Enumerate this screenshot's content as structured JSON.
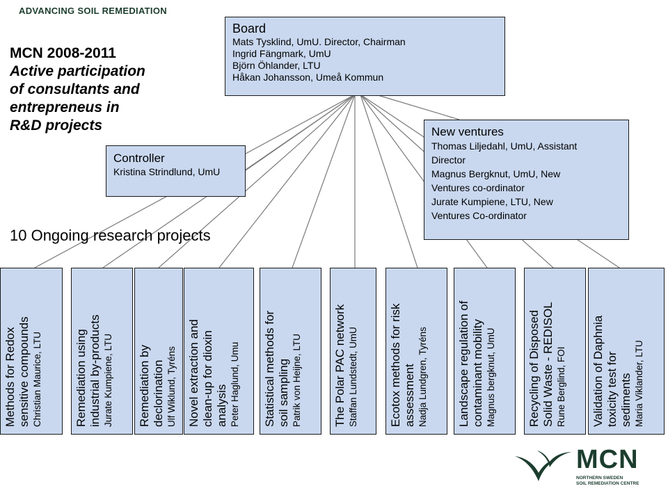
{
  "header": {
    "logo_text": "ADVANCING SOIL REMEDIATION"
  },
  "headline": {
    "title": "MCN 2008-2011",
    "subtitle_lines": [
      "Active participation",
      "of consultants and",
      "entrepreneus in",
      "R&D projects"
    ]
  },
  "board": {
    "title": "Board",
    "members": [
      "Mats Tysklind, UmU. Director, Chairman",
      "Ingrid Fängmark, UmU",
      "Björn Öhlander, LTU",
      "Håkan Johansson, Umeå Kommun"
    ]
  },
  "controller": {
    "title": "Controller",
    "person": "Kristina Strindlund, UmU"
  },
  "new_ventures": {
    "title": "New ventures",
    "lines": [
      "Thomas Liljedahl, UmU, Assistant",
      "Director",
      "Magnus Bergknut, UmU, New",
      "Ventures co-ordinator",
      "Jurate Kumpiene, LTU, New",
      "Ventures Co-ordinator"
    ]
  },
  "ongoing_label": "10 Ongoing research projects",
  "projects": [
    {
      "title_lines": [
        "Methods for Redox",
        "sensitive compounds"
      ],
      "person": "Christian Maurice, LTU"
    },
    {
      "title_lines": [
        "Remediation using",
        "industrial by-products"
      ],
      "person": "Jurate Kumpiene, LTU"
    },
    {
      "title_lines": [
        "Remediation by",
        "declorination"
      ],
      "person": "Ulf Wiklund, Tyréns"
    },
    {
      "title_lines": [
        "Novel extraction and",
        "clean-up for dioxin",
        "analysis"
      ],
      "person": "Peter Haglund, Umu"
    },
    {
      "title_lines": [
        "Statistical  methods for",
        "soil sampling"
      ],
      "person": "Patrik von Heijne, LTU"
    },
    {
      "title_lines": [
        "The Polar PAC network"
      ],
      "person": "Staffan Lundstedt, UmU"
    },
    {
      "title_lines": [
        "Ecotox methods for risk",
        "assessment"
      ],
      "person": "Nadja Lundgren, Tyréns"
    },
    {
      "title_lines": [
        "Landscape regulation of",
        "contaminant mobility"
      ],
      "person": "Magnus bergknut, UmU"
    },
    {
      "title_lines": [
        "Recycling of Disposed",
        "Solid Waste - REDISOL"
      ],
      "person": "Rune Berglind, FOI"
    },
    {
      "title_lines": [
        "Validation of Daphnia",
        "toxicity test for",
        "sediments"
      ],
      "person": "Maria Viklander, LTU"
    }
  ],
  "footer_logo": {
    "mark": "MCN",
    "tagline_lines": [
      "NORTHERN SWEDEN",
      "SOIL REMEDIATION CENTRE"
    ]
  },
  "colors": {
    "box_fill": "#c9d8ef",
    "border": "#1a1a1a",
    "brand_green": "#1c3d2e"
  }
}
